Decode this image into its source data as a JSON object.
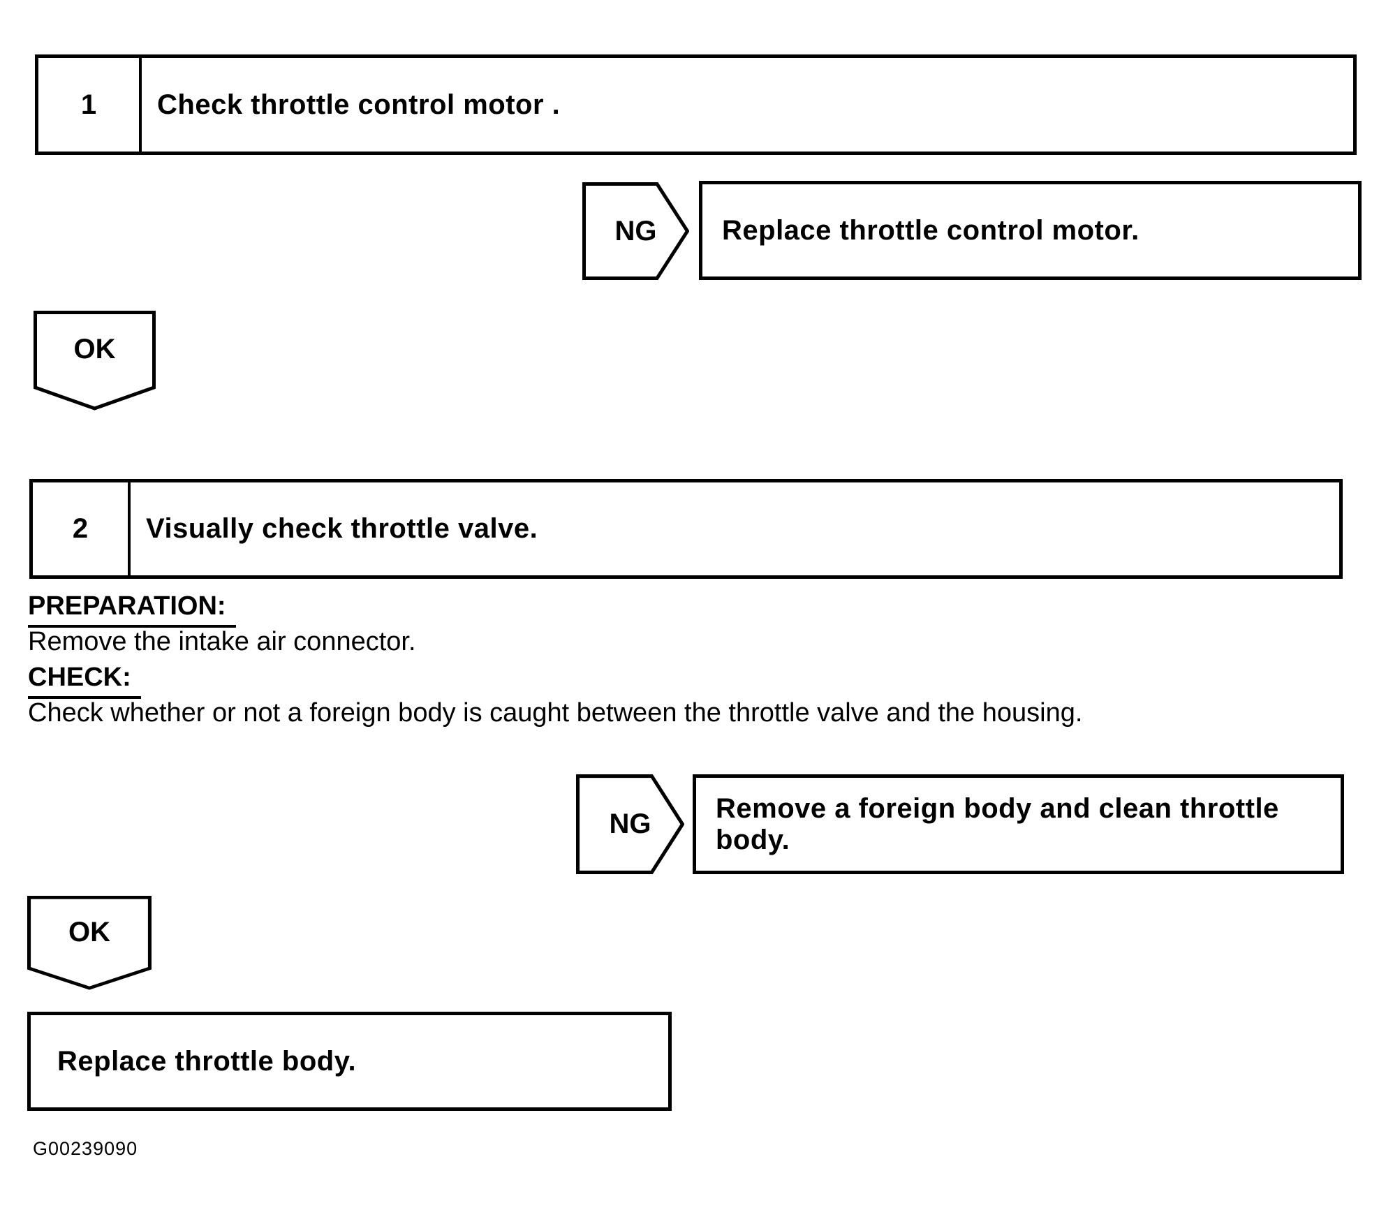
{
  "steps": [
    {
      "number": "1",
      "title": "Check throttle control motor .",
      "ng_label": "NG",
      "ng_action": "Replace throttle control motor.",
      "ok_label": "OK"
    },
    {
      "number": "2",
      "title": "Visually check throttle valve.",
      "preparation_heading": "PREPARATION:",
      "preparation_text": "Remove the intake air connector.",
      "check_heading": "CHECK:",
      "check_text": "Check whether or not a foreign body is caught between the throttle valve and the housing.",
      "ng_label": "NG",
      "ng_action": "Remove a foreign body and clean throttle body.",
      "ok_label": "OK"
    }
  ],
  "final_action": "Replace throttle body.",
  "figure_id": "G00239090",
  "colors": {
    "line": "#000000",
    "background": "#ffffff"
  }
}
